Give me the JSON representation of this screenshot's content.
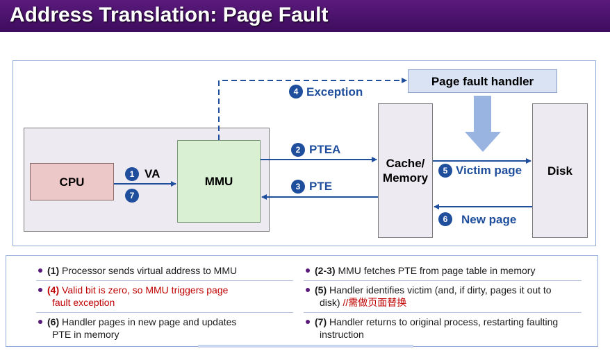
{
  "title": "Address Translation: Page Fault",
  "boxes": {
    "cpu": "CPU",
    "mmu": "MMU",
    "memory_line1": "Cache/",
    "memory_line2": "Memory",
    "disk": "Disk",
    "handler": "Page fault handler"
  },
  "steps": {
    "s1": {
      "num": "1",
      "label": "VA"
    },
    "s2": {
      "num": "2",
      "label": "PTEA"
    },
    "s3": {
      "num": "3",
      "label": "PTE"
    },
    "s4": {
      "num": "4",
      "label": "Exception"
    },
    "s5": {
      "num": "5",
      "label": "Victim page"
    },
    "s6": {
      "num": "6",
      "label": "New page"
    },
    "s7": {
      "num": "7"
    }
  },
  "notes": {
    "n1_num": "(1)",
    "n1_text": " Processor sends virtual address to MMU",
    "n23_num": "(2-3)",
    "n23_text": " MMU fetches PTE from page table in memory",
    "n4_num": "(4)",
    "n4_text_line1": " Valid bit is zero, so MMU triggers page",
    "n4_text_line2": "fault exception",
    "n5_num": "(5)",
    "n5_text_line1": " Handler identifies victim (and, if dirty, pages it out to",
    "n5_text_line2": "disk) ",
    "n5_comment": "//需做页面替换",
    "n6_num": "(6)",
    "n6_text_line1": " Handler pages in new page and updates",
    "n6_text_line2": "PTE in memory",
    "n7_num": "(7)",
    "n7_text_line1": " Handler returns to original process, restarting faulting",
    "n7_text_line2": "instruction"
  },
  "colors": {
    "title_bar": "#4a1268",
    "accent_blue": "#1f4e9c",
    "note_red": "#c00000"
  }
}
